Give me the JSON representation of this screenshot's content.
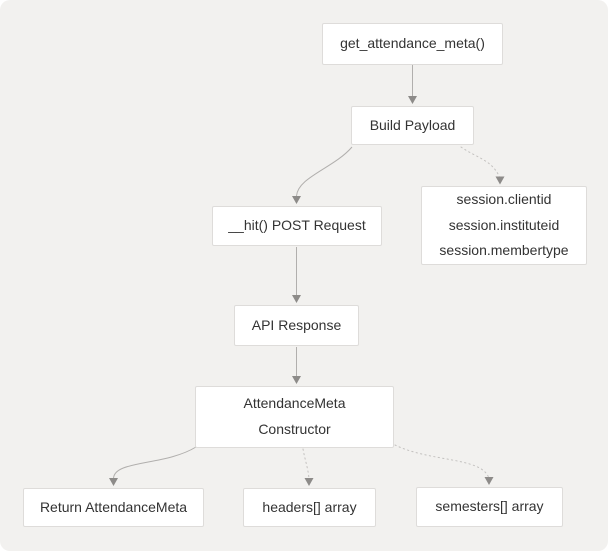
{
  "diagram": {
    "nodes": {
      "get_attendance_meta": {
        "label": "get_attendance_meta()"
      },
      "build_payload": {
        "label": "Build Payload"
      },
      "hit_post_request": {
        "label": "__hit() POST Request"
      },
      "session_fields": {
        "lines": [
          "session.clientid",
          "session.instituteid",
          "session.membertype"
        ]
      },
      "api_response": {
        "label": "API Response"
      },
      "attendance_meta_constructor": {
        "lines": [
          "AttendanceMeta",
          "Constructor"
        ]
      },
      "return_attendance_meta": {
        "label": "Return AttendanceMeta"
      },
      "headers_array": {
        "label": "headers[] array"
      },
      "semesters_array": {
        "label": "semesters[] array"
      }
    },
    "edges": [
      {
        "from": "get_attendance_meta",
        "to": "build_payload",
        "style": "solid"
      },
      {
        "from": "build_payload",
        "to": "hit_post_request",
        "style": "solid"
      },
      {
        "from": "build_payload",
        "to": "session_fields",
        "style": "dotted"
      },
      {
        "from": "hit_post_request",
        "to": "api_response",
        "style": "solid"
      },
      {
        "from": "api_response",
        "to": "attendance_meta_constructor",
        "style": "solid"
      },
      {
        "from": "attendance_meta_constructor",
        "to": "return_attendance_meta",
        "style": "solid"
      },
      {
        "from": "attendance_meta_constructor",
        "to": "headers_array",
        "style": "dotted"
      },
      {
        "from": "attendance_meta_constructor",
        "to": "semesters_array",
        "style": "dotted"
      }
    ]
  },
  "colors": {
    "canvas_bg": "#f2f1ef",
    "node_bg": "#ffffff",
    "node_border": "#dedcda",
    "text": "#333333",
    "edge_solid": "#b1afad",
    "edge_dotted": "#c3c1bf",
    "arrowhead": "#8d8b89"
  }
}
